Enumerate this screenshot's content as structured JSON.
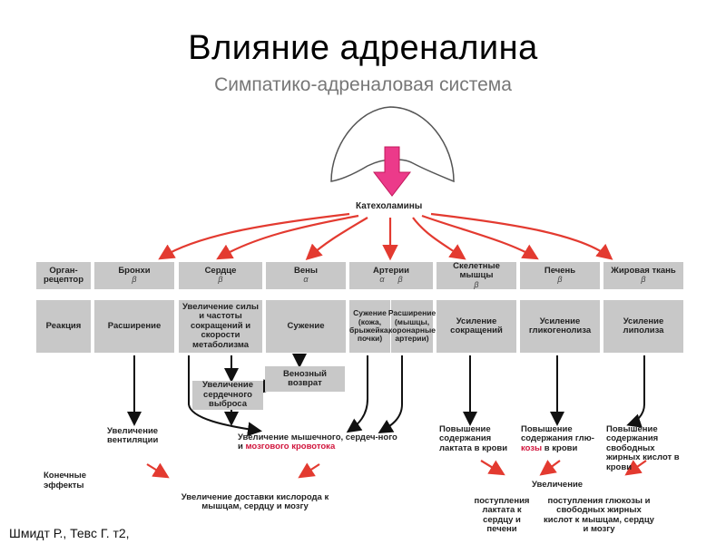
{
  "title": "Влияние адреналина",
  "subtitle": "Симпатико-адреналовая система",
  "source": "Катехоламины",
  "row_labels": {
    "organ": "Орган-рецептор",
    "reaction": "Реакция",
    "effects": "Конечные эффекты"
  },
  "organs": [
    {
      "name": "Бронхи",
      "receptor": "β"
    },
    {
      "name": "Сердце",
      "receptor": "β"
    },
    {
      "name": "Вены",
      "receptor": "α"
    },
    {
      "name": "Артерии",
      "receptor_a": "α",
      "receptor_b": "β"
    },
    {
      "name": "Скелетные мышцы",
      "receptor": "β"
    },
    {
      "name": "Печень",
      "receptor": "β"
    },
    {
      "name": "Жировая ткань",
      "receptor": "β"
    }
  ],
  "reactions": [
    "Расширение",
    "Увеличение силы и частоты сокращений и скорости метаболизма",
    "Сужение",
    "Сужение (кожа, брыжейка, почки)",
    "Расширение (мышцы, коронарные артерии)",
    "Усиление сокращений",
    "Усиление гликогенолиза",
    "Усиление липолиза"
  ],
  "intermediate": {
    "venous": "Венозный возврат",
    "cardiac": "Увеличение сердечного выброса"
  },
  "outcomes": {
    "ventilation": "Увеличение вентиляции",
    "blood_flow_pre": "Увеличение мышечного, сердеч-ного и ",
    "blood_flow_red": "мозгового кровотока",
    "lactate": "Повышение содержания лактата в крови",
    "glucose_pre": "Повышение содержания глю-",
    "glucose_red": "козы",
    "glucose_post": " в крови",
    "fatty": "Повышение содержания свободных жирных кислот в крови"
  },
  "final": {
    "oxygen": "Увеличение доставки кислорода к мышцам, сердцу и мозгу",
    "increase": "Увеличение",
    "lactate_flow": "поступления лактата к сердцу и печени",
    "glucose_flow": "поступления глюкозы и свободных жирных кислот к мышцам, сердцу и мозгу"
  },
  "credit": "Шмидт Р., Тевс Г. т2,",
  "colors": {
    "accent": "#e3165b",
    "arrow": "#e33a30",
    "box": "#c8c8c8"
  }
}
